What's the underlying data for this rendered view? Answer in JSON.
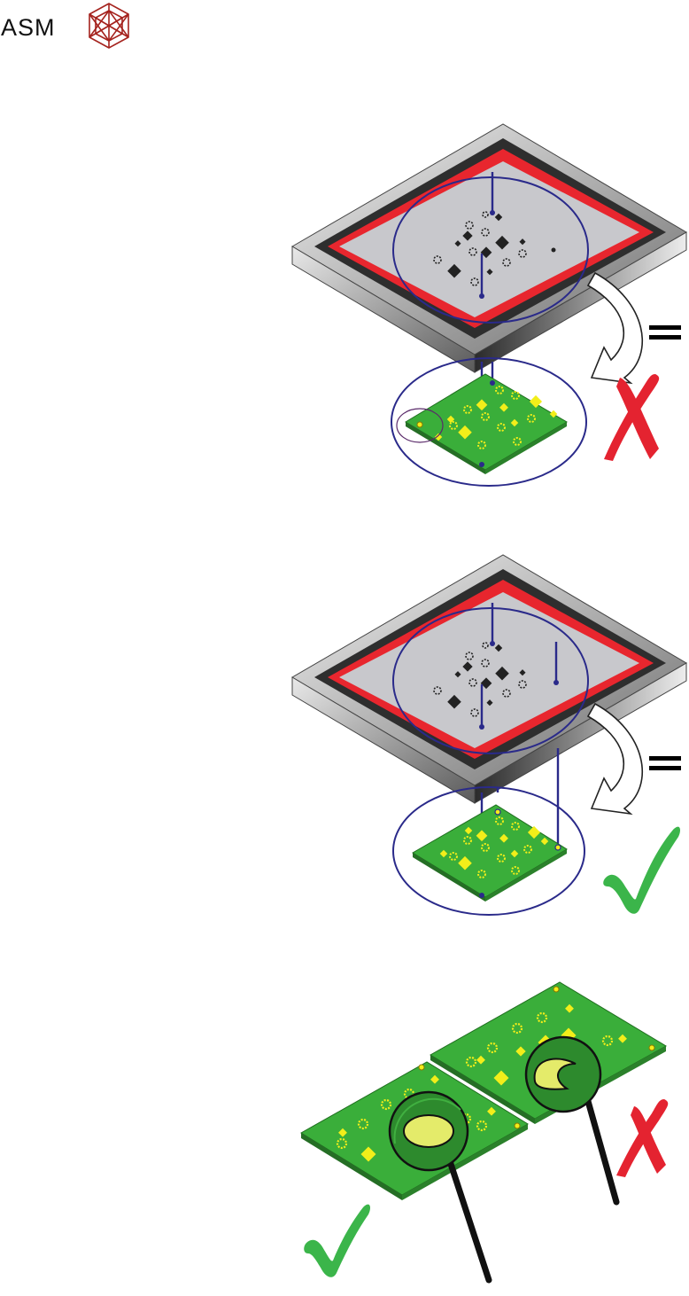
{
  "logo": {
    "text": "ASM",
    "icon": "asm-crystal-logo-icon",
    "color": "#a5231e"
  },
  "scenes": [
    {
      "name": "misaligned-stencil-board",
      "verdict_icon": "red-cross-icon",
      "verdict": "incorrect",
      "connector_icon": "equals-icon"
    },
    {
      "name": "aligned-stencil-board",
      "verdict_icon": "green-check-icon",
      "verdict": "correct",
      "connector_icon": "equals-icon"
    },
    {
      "name": "print-inspection-magnifiers",
      "left_verdict_icon": "green-check-icon",
      "right_verdict_icon": "red-cross-icon"
    }
  ],
  "colors": {
    "frame_red": "#e8262e",
    "board_green": "#3aae3a",
    "pad_yellow": "#f2ee1a",
    "outline_blue": "#2a2a8a",
    "check_green": "#3bb54a",
    "cross_red": "#e42330",
    "foil_grey": "#c8c8cc"
  }
}
